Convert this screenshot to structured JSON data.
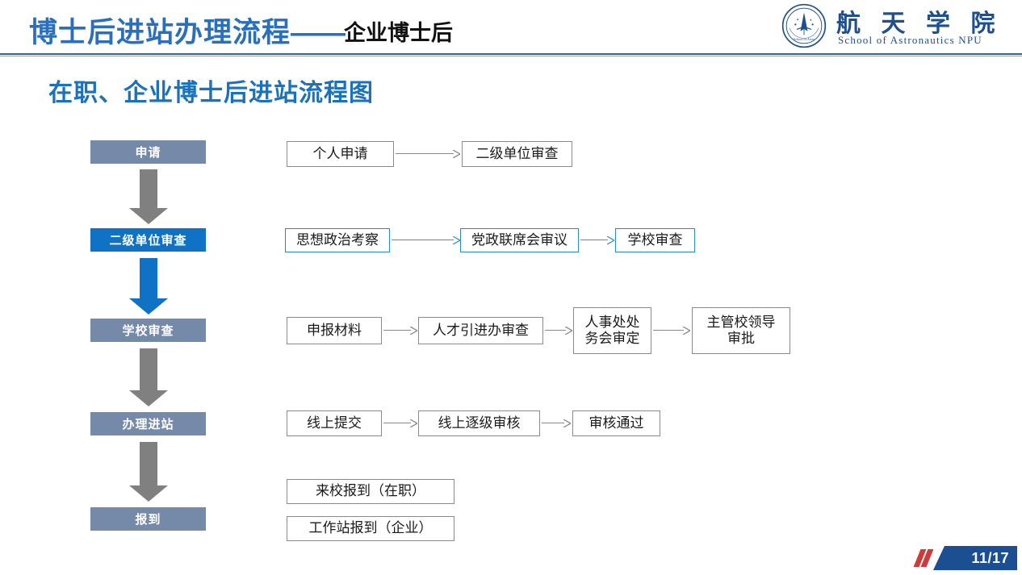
{
  "header": {
    "title_main": "博士后进站办理流程",
    "title_dash": "——",
    "title_sub": "企业博士后",
    "logo_cn": "航 天 学 院",
    "logo_en": "School of Astronautics NPU",
    "logo_seal_name": "npu-school-of-astronautics-seal"
  },
  "subtitle": "在职、企业博士后进站流程图",
  "colors": {
    "title_blue": "#2a6fbb",
    "subtitle_blue": "#1a72bb",
    "stage_gray": "#7589a9",
    "stage_blue": "#1072c4",
    "box_border_gray": "#8a8a8a",
    "box_border_blue": "#2d86d2",
    "arrow_gray": "#808080",
    "arrow_blue": "#1072c4",
    "badge_blue": "#1b4f92",
    "badge_red": "#cf3b3b"
  },
  "flow": {
    "stages": [
      {
        "label": "申请",
        "style": "gray"
      },
      {
        "label": "二级单位审查",
        "style": "blue"
      },
      {
        "label": "学校审查",
        "style": "gray"
      },
      {
        "label": "办理进站",
        "style": "gray"
      },
      {
        "label": "报到",
        "style": "gray"
      }
    ],
    "connectors": [
      {
        "style": "gray"
      },
      {
        "style": "blue"
      },
      {
        "style": "gray"
      },
      {
        "style": "gray"
      }
    ],
    "rows": [
      {
        "style": "gray",
        "nodes": [
          "个人申请",
          "二级单位审查"
        ]
      },
      {
        "style": "blue",
        "nodes": [
          "思想政治考察",
          "党政联席会审议",
          "学校审查"
        ]
      },
      {
        "style": "gray",
        "nodes": [
          "申报材料",
          "人才引进办审查",
          "人事处处\n务会审定",
          "主管校领导\n审批"
        ]
      },
      {
        "style": "gray",
        "nodes": [
          "线上提交",
          "线上逐级审核",
          "审核通过"
        ]
      },
      {
        "style": "gray",
        "nodes": [
          "来校报到（在职）",
          "工作站报到（企业）"
        ]
      }
    ]
  },
  "footer": {
    "page_number": "11/17"
  }
}
